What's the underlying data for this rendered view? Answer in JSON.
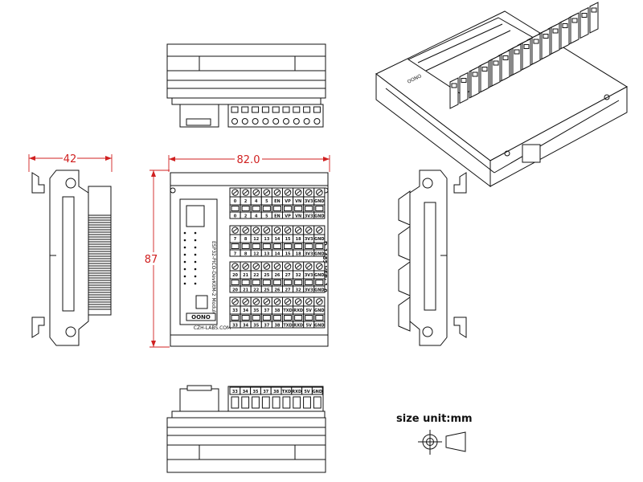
{
  "dimensions": {
    "width": "82.0",
    "height": "87",
    "depth": "42"
  },
  "board": {
    "module_label": "ESP32-PICO-DevKitM-2 Module",
    "brand": "OONO",
    "website": "CZH-LABS.COM",
    "version": "D-1485 VER: 1.0"
  },
  "terminal_rows": [
    [
      "0",
      "2",
      "4",
      "5",
      "EN",
      "VP",
      "VN",
      "3V3",
      "GND"
    ],
    [
      "7",
      "8",
      "12",
      "13",
      "14",
      "15",
      "18",
      "3V3",
      "GND"
    ],
    [
      "20",
      "21",
      "22",
      "25",
      "26",
      "27",
      "32",
      "3V3",
      "GND"
    ],
    [
      "33",
      "34",
      "35",
      "37",
      "38",
      "TXD",
      "RXD",
      "5V",
      "GND"
    ]
  ],
  "bottom_connector_labels": [
    "33",
    "34",
    "35",
    "37",
    "38",
    "TXD",
    "RXD",
    "5V",
    "GND"
  ],
  "unit_label": "size unit:mm"
}
